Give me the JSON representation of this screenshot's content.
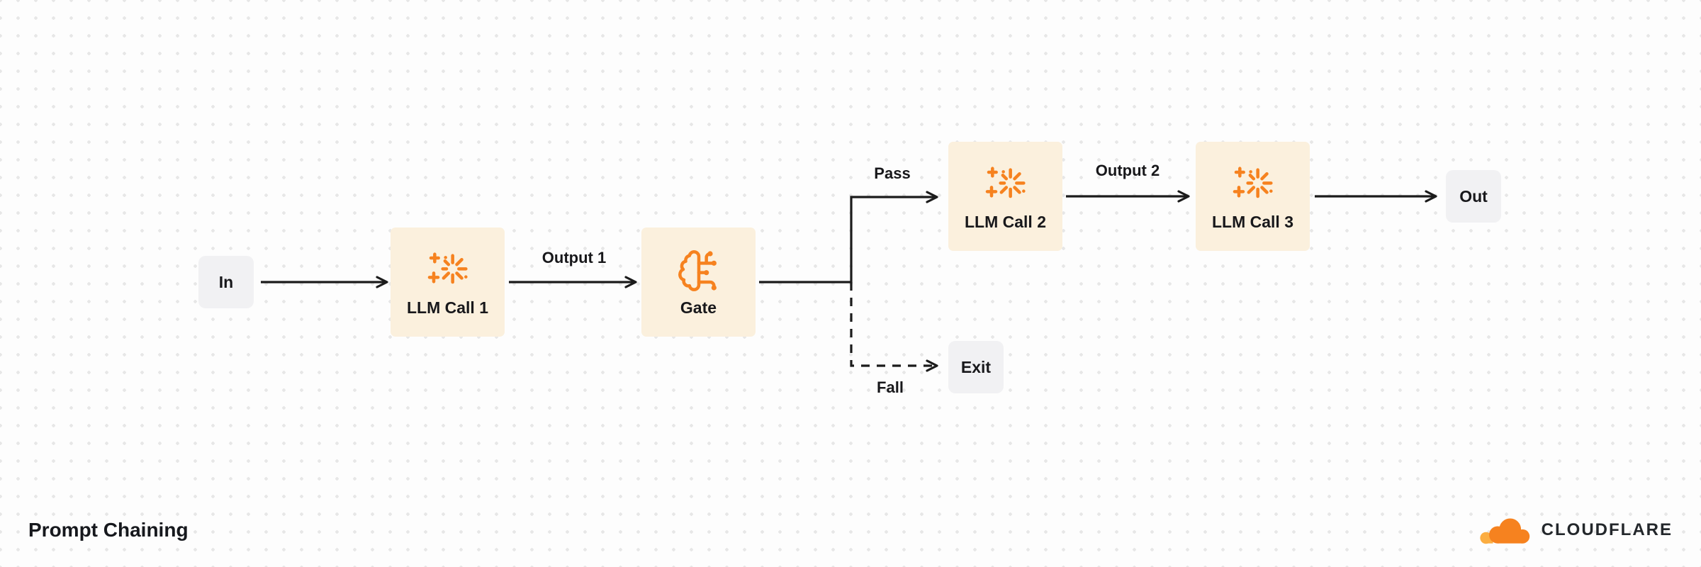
{
  "diagram": {
    "title": "Prompt Chaining",
    "nodes": {
      "in": {
        "label": "In"
      },
      "llm_call_1": {
        "label": "LLM Call 1",
        "icon": "sparkles-icon"
      },
      "gate": {
        "label": "Gate",
        "icon": "brain-circuit-icon"
      },
      "llm_call_2": {
        "label": "LLM Call 2",
        "icon": "sparkles-icon"
      },
      "llm_call_3": {
        "label": "LLM Call 3",
        "icon": "sparkles-icon"
      },
      "out": {
        "label": "Out"
      },
      "exit": {
        "label": "Exit"
      }
    },
    "edges": {
      "output_1": {
        "label": "Output 1",
        "style": "solid"
      },
      "pass": {
        "label": "Pass",
        "style": "solid"
      },
      "fall": {
        "label": "Fall",
        "style": "dashed"
      },
      "output_2": {
        "label": "Output 2",
        "style": "solid"
      }
    }
  },
  "branding": {
    "wordmark": "CLOUDFLARE",
    "logo": "cloudflare-cloud-icon"
  },
  "colors": {
    "llm_node_fill": "#FBF0DD",
    "terminal_node_fill": "#F1F1F3",
    "accent_orange": "#F6821F",
    "accent_orange_light": "#FBAD41",
    "edge_stroke": "#1B1B1B",
    "text": "#18181B"
  }
}
